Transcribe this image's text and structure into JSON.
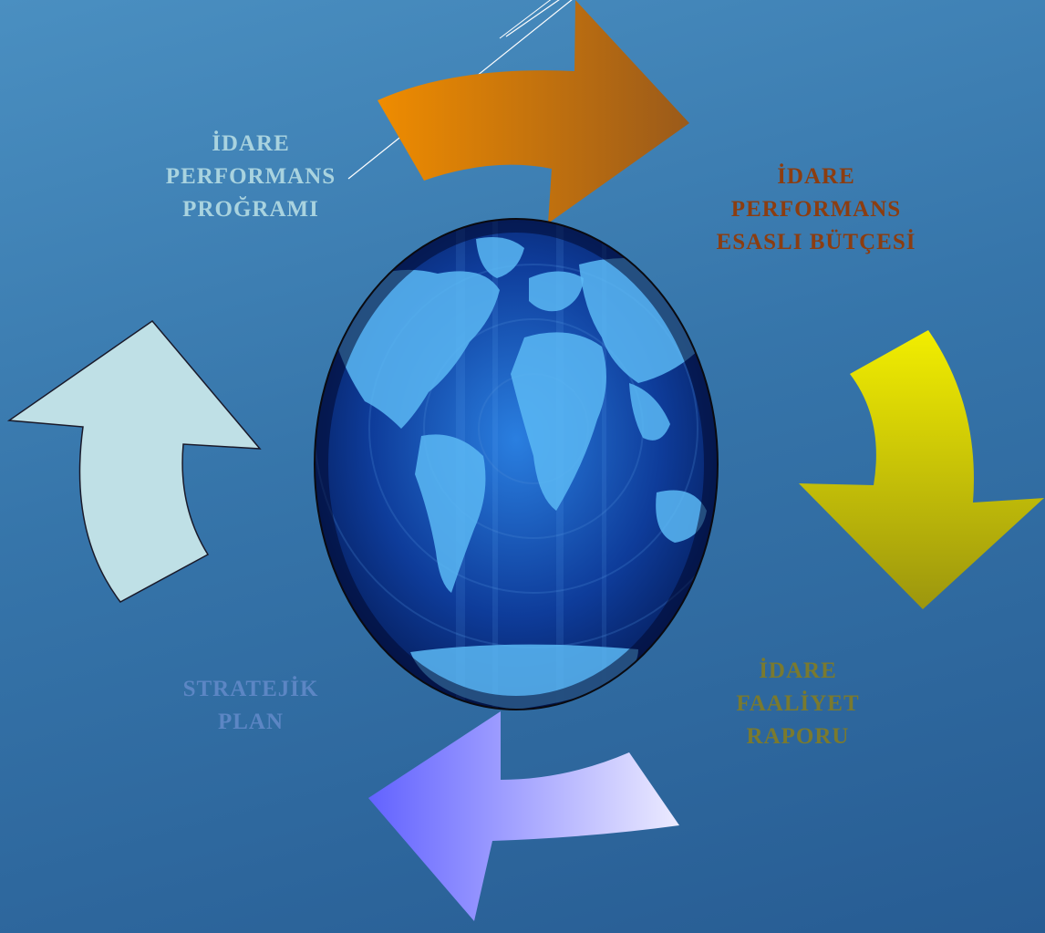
{
  "colors": {
    "background_top": "#4a8fc1",
    "background_bottom": "#275c93",
    "program_text": "#a9d3df",
    "budget_text": "#8c3d10",
    "report_text": "#7a7a2e",
    "plan_text": "#5c86c4",
    "arrow_orange": "#e88a00",
    "arrow_yellow": "#f0eb00",
    "arrow_lavender": "#7070ff",
    "arrow_lightblue": "#bfe0e6"
  },
  "icons": {
    "center": "globe-world-map-icon"
  },
  "diagram": {
    "performance_program": {
      "line1": "İDARE",
      "line2": "PERFORMANS",
      "line3": "PROĞRAMI"
    },
    "performance_budget": {
      "line1": "İDARE",
      "line2": "PERFORMANS",
      "line3": "ESASLI BÜTÇESİ"
    },
    "activity_report": {
      "line1": "İDARE",
      "line2": "FAALİYET",
      "line3": "RAPORU"
    },
    "strategic_plan": {
      "line1": "STRATEJİK",
      "line2": "PLAN"
    }
  }
}
